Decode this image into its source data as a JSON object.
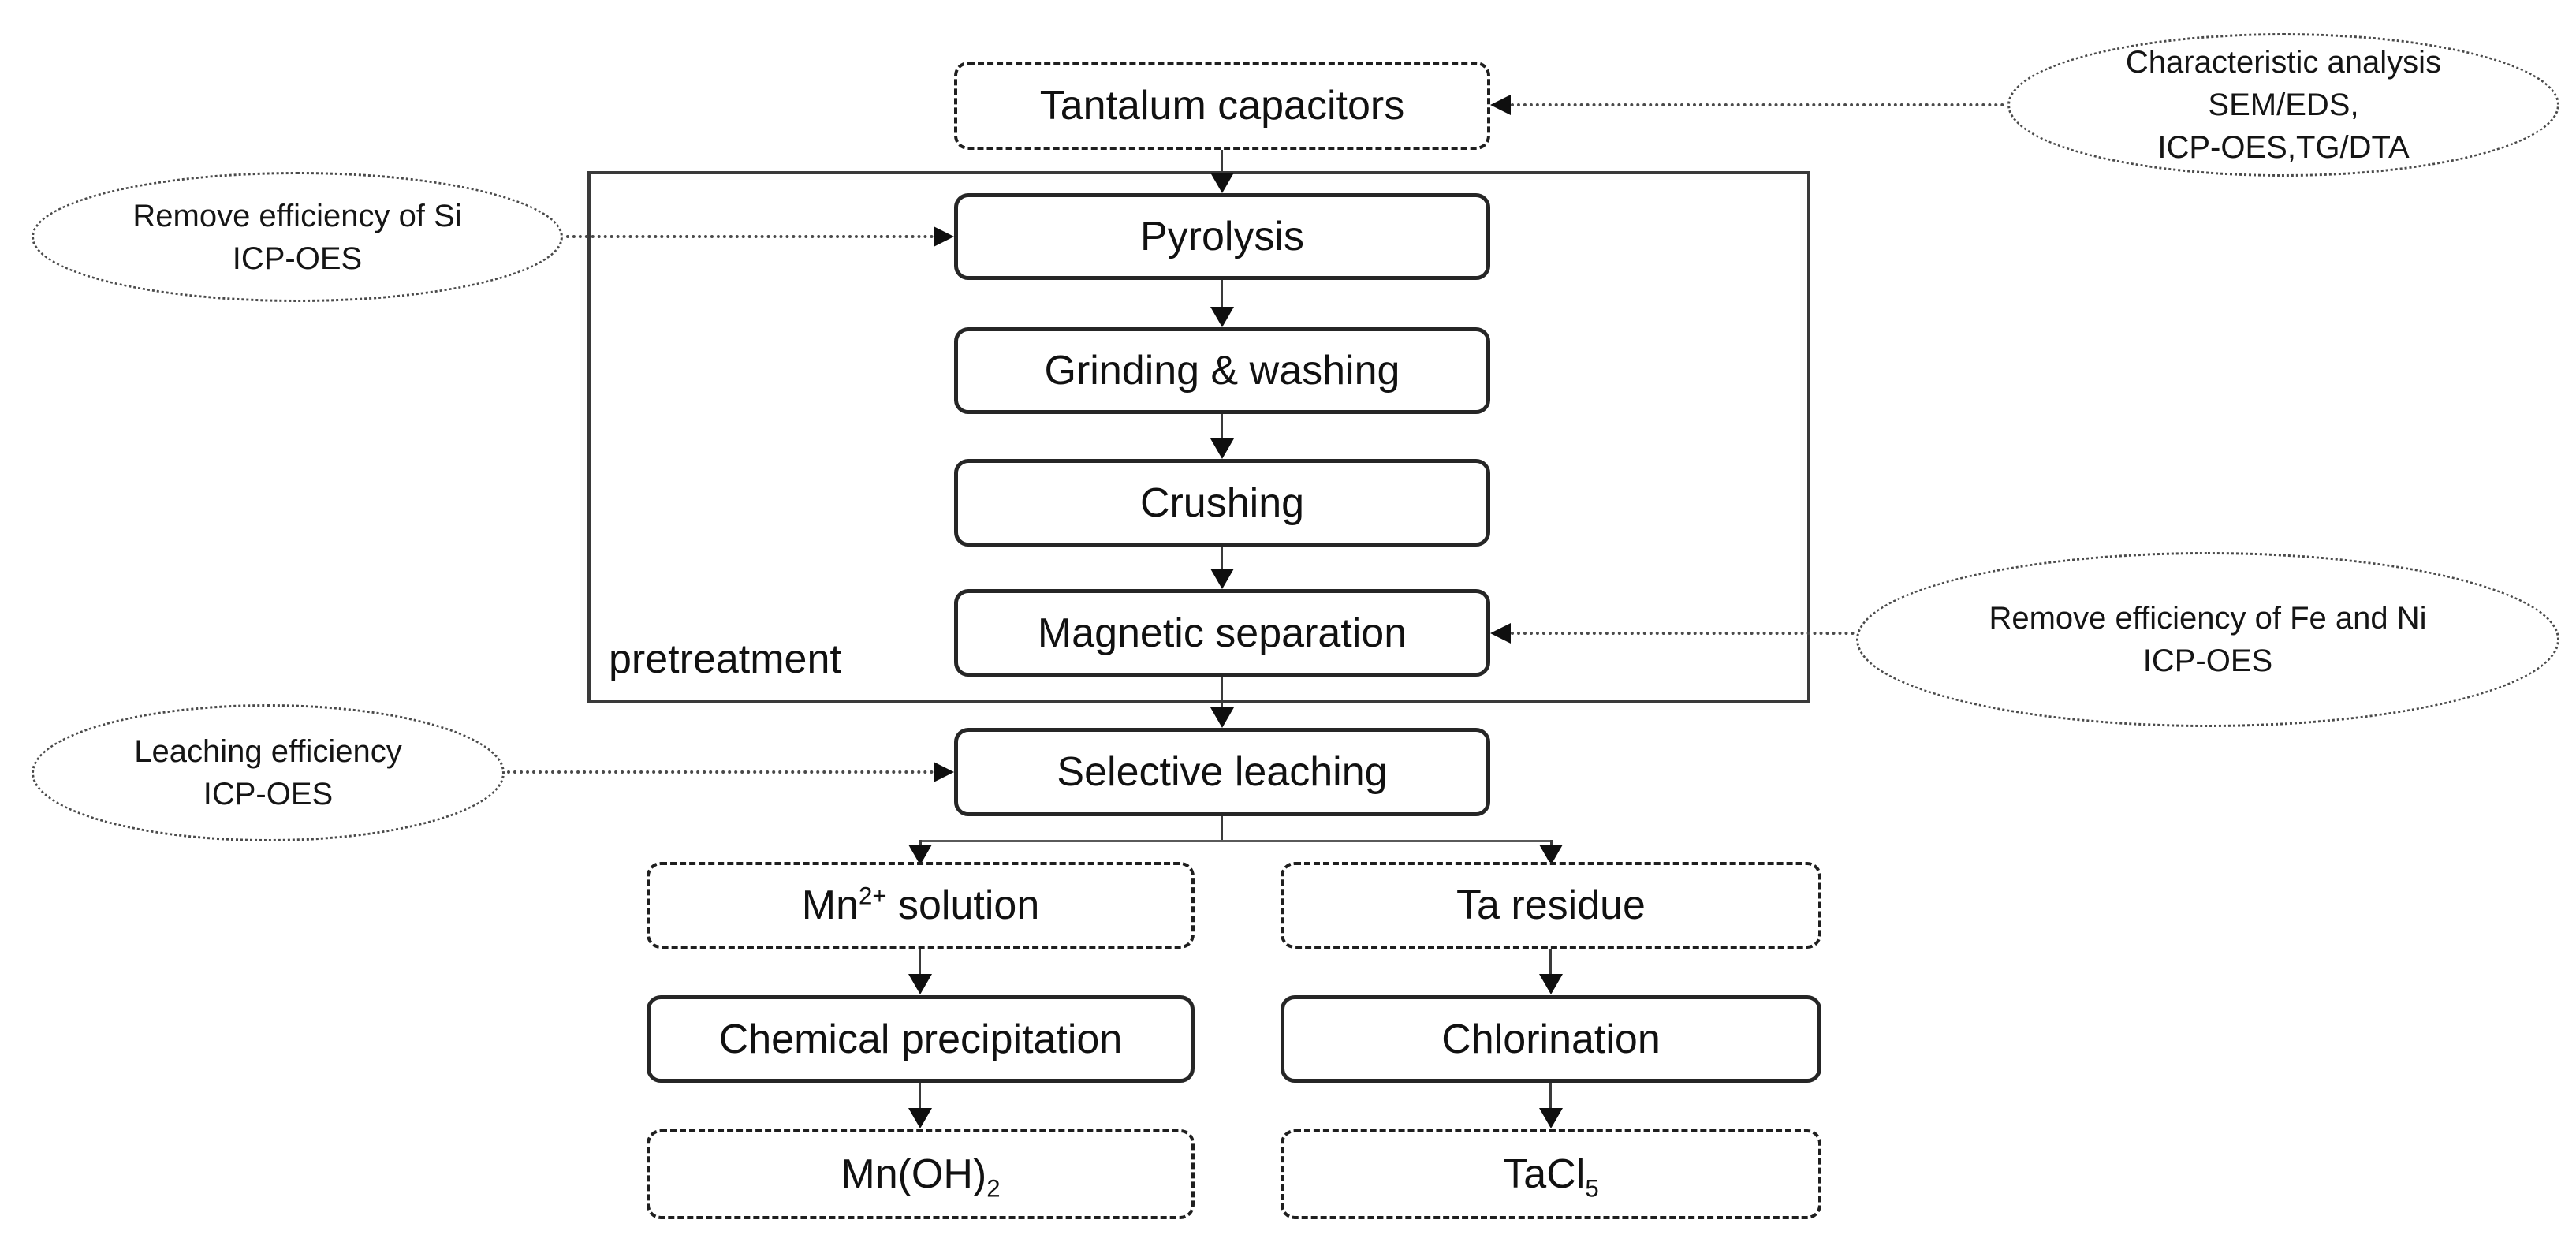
{
  "flow": {
    "tantalum_capacitors": "Tantalum capacitors",
    "pyrolysis": "Pyrolysis",
    "grinding_washing": "Grinding & washing",
    "crushing": "Crushing",
    "magnetic_separation": "Magnetic separation",
    "selective_leaching": "Selective leaching",
    "pretreatment_label": "pretreatment"
  },
  "left_branch": {
    "mn_solution": {
      "base": "Mn",
      "sup": "2+",
      "rest": " solution"
    },
    "chemical_precipitation": "Chemical precipitation",
    "mn_hydroxide": {
      "base": "Mn(OH)",
      "sub": "2"
    }
  },
  "right_branch": {
    "ta_residue": "Ta residue",
    "chlorination": "Chlorination",
    "tacl5": {
      "base": "TaCl",
      "sub": "5"
    }
  },
  "annotations": {
    "characteristic_analysis": {
      "lines": [
        "Characteristic analysis",
        "SEM/EDS,",
        "ICP-OES,TG/DTA"
      ]
    },
    "remove_si": {
      "lines": [
        "Remove efficiency of Si",
        "ICP-OES"
      ]
    },
    "remove_fe_ni": {
      "lines": [
        "Remove efficiency of Fe and Ni",
        "ICP-OES"
      ]
    },
    "leaching_efficiency": {
      "lines": [
        "Leaching efficiency",
        "ICP-OES"
      ]
    }
  },
  "colors": {
    "background": "#ffffff",
    "box_border": "#262626",
    "text": "#111111",
    "dotted_line": "#4a4a4a"
  }
}
